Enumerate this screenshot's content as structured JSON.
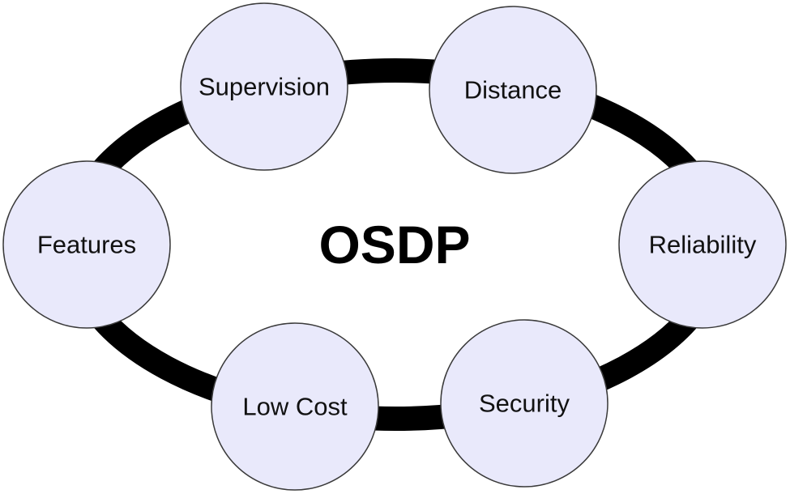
{
  "center": {
    "title": "OSDP"
  },
  "nodes": [
    {
      "label": "Supervision"
    },
    {
      "label": "Distance"
    },
    {
      "label": "Reliability"
    },
    {
      "label": "Security"
    },
    {
      "label": "Low Cost"
    },
    {
      "label": "Features"
    }
  ],
  "colors": {
    "node_fill": "#e9e9fb",
    "node_stroke": "#3a3a3a",
    "ring": "#000000"
  }
}
